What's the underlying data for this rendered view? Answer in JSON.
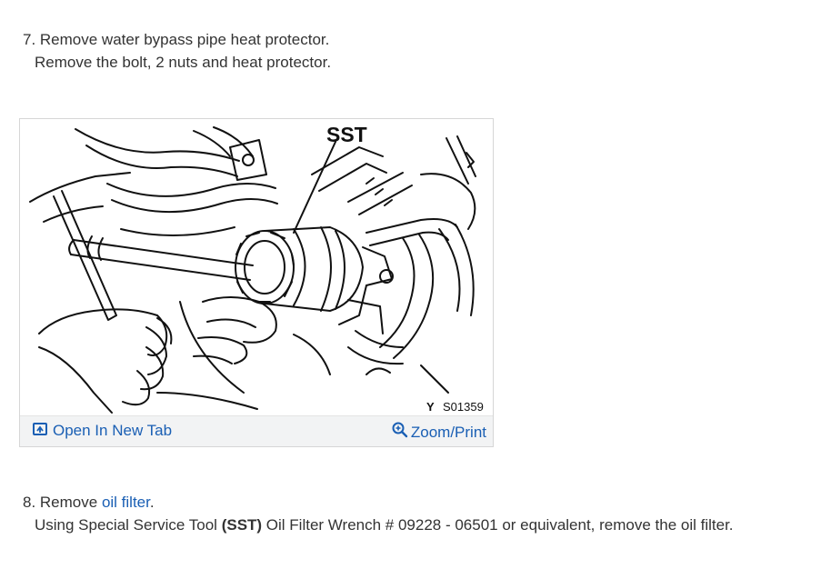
{
  "step7": {
    "title": "7. Remove water bypass pipe heat protector.",
    "body": "Remove the bolt, 2 nuts and heat protector."
  },
  "figure": {
    "callout": "SST",
    "code_prefix": "Y",
    "code": "S01359",
    "open_label": "Open In New Tab",
    "zoom_label": "Zoom/Print",
    "icons": {
      "open": "open-in-new-tab-icon",
      "zoom": "zoom-icon"
    },
    "link_color": "#1a5fb4"
  },
  "step8": {
    "title_prefix": "8. Remove ",
    "title_link": "oil filter",
    "title_suffix": ".",
    "body_prefix": "Using Special Service Tool ",
    "body_bold": "(SST)",
    "body_suffix": " Oil Filter Wrench # 09228 - 06501 or equivalent, remove the oil filter."
  }
}
